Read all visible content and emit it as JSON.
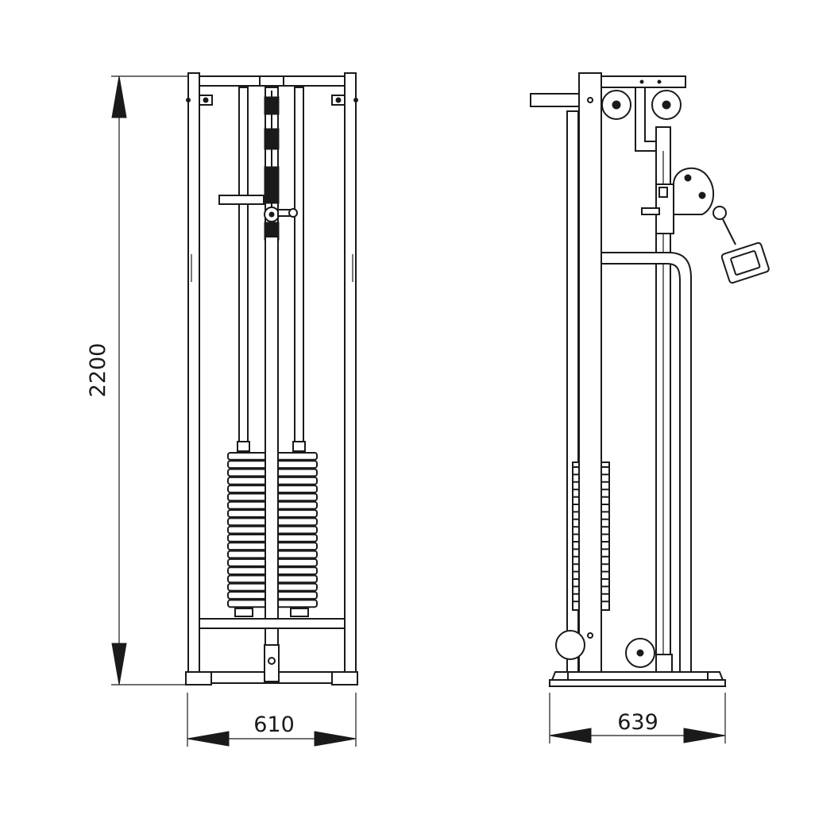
{
  "dimensions": {
    "height": "2200",
    "front_width": "610",
    "side_depth": "639"
  }
}
